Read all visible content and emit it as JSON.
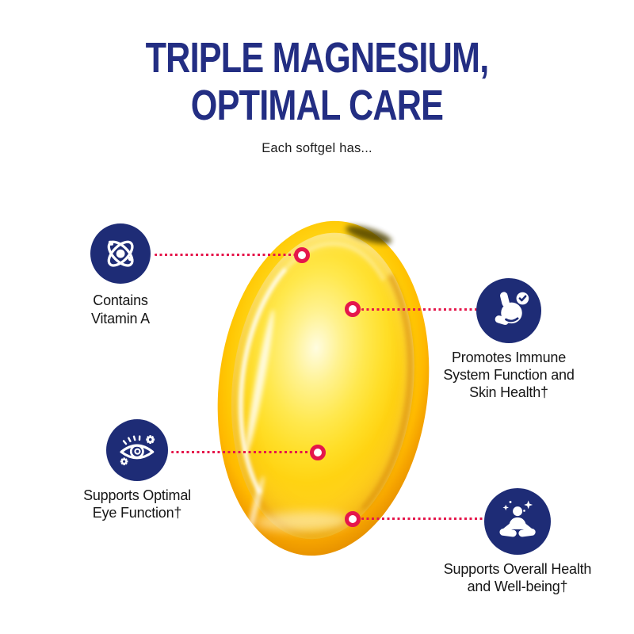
{
  "header": {
    "title_line1": "TRIPLE MAGNESIUM,",
    "title_line2": "OPTIMAL CARE",
    "subtitle": "Each softgel has..."
  },
  "colors": {
    "title_navy": "#232e83",
    "icon_navy": "#1e2c76",
    "accent_red": "#e5164b",
    "text_black": "#161616",
    "background": "#ffffff",
    "capsule_yellow": "#ffe030",
    "capsule_gold": "#f5a300"
  },
  "callouts": [
    {
      "icon": "atom-icon",
      "lines": [
        "Contains",
        "Vitamin A"
      ]
    },
    {
      "icon": "stomach-check-icon",
      "lines": [
        "Promotes Immune",
        "System Function and",
        "Skin Health†"
      ]
    },
    {
      "icon": "eye-gears-icon",
      "lines": [
        "Supports Optimal",
        "Eye Function†"
      ]
    },
    {
      "icon": "meditation-sparkles-icon",
      "lines": [
        "Supports Overall Health",
        "and Well-being†"
      ]
    }
  ]
}
